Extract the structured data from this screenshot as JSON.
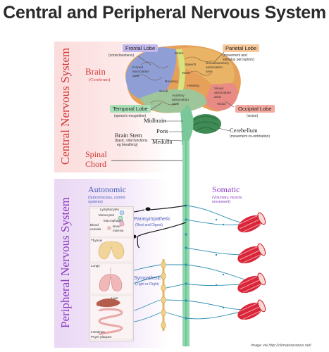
{
  "title": "Central and Peripheral Nervous System",
  "side_labels": {
    "cns": "Central Nervous System",
    "pns": "Peripheral Nervous System"
  },
  "brain": {
    "label": "Brain",
    "sub": "(Cerebrum)",
    "frontal": {
      "name": "Frontal Lobe",
      "desc": "(consciousness)"
    },
    "parietal": {
      "name": "Parietal Lobe",
      "desc1": "(movement and",
      "desc2": "stimulus perception)"
    },
    "temporal": {
      "name": "Temporal Lobe",
      "desc": "(speech recognition)"
    },
    "occipital": {
      "name": "Occipital Lobe",
      "desc": "(vision)"
    },
    "regions": {
      "motor": "Motor",
      "frontal_assoc": "Frontal association area",
      "speech": "Speech",
      "taste": "Taste",
      "somato": "Somatosensory association area",
      "reading": "Reading",
      "smell": "Smell",
      "hearing": "Hearing",
      "auditory": "Auditory association area",
      "visual": "Visual association area",
      "vision": "Vision"
    }
  },
  "brainstem": {
    "midbrain": "Midbrain",
    "pons": "Pons",
    "label": "Brain Stem",
    "desc1": "(basic, vital functions",
    "desc2": "eg breathing)",
    "medulla": "Medulla",
    "cerebellum": "Cerebellum",
    "cerebellum_desc": "(movement co-ordination)"
  },
  "spinal": {
    "line1": "Spinal",
    "line2": "Chord"
  },
  "autonomic": {
    "title": "Autonomic",
    "desc1": "(Subconscious, control",
    "desc2": "systems)"
  },
  "somatic": {
    "title": "Somatic",
    "desc1": "(Voluntary, muscle",
    "desc2": "movement)"
  },
  "parasympathetic": {
    "title": "Parasympathetic",
    "desc": "(Rest and Digest)"
  },
  "sympathetic": {
    "title": "Sympathetic",
    "desc": "(Fight or Flight)"
  },
  "organs": {
    "lymphocytes": "Lymphocytes",
    "monocytes": "Monocytes",
    "macrophages": "Macrophages",
    "blood": "Blood",
    "vessels": "vessels",
    "bone": "Bone",
    "marrow": "marrow",
    "thymus": "Thymus",
    "lungs": "Lungs",
    "liver": "Liver",
    "intestines": "Intestines",
    "peyer": "Peyer plaques"
  },
  "credit": "Image via http://climatereviews.net/",
  "colors": {
    "frontal_tag": "#c3b8ec",
    "parietal_tag": "#f7c99a",
    "temporal_tag": "#a9dfb7",
    "occipital_tag": "#f4aaa0",
    "cord": "#8ed6ad",
    "nerve": "#2d8fb0",
    "cns_red": "#d43a3a",
    "pns_purple": "#8e3bc4",
    "blue_text": "#4a5fb5",
    "muscle": "#d9263a"
  }
}
